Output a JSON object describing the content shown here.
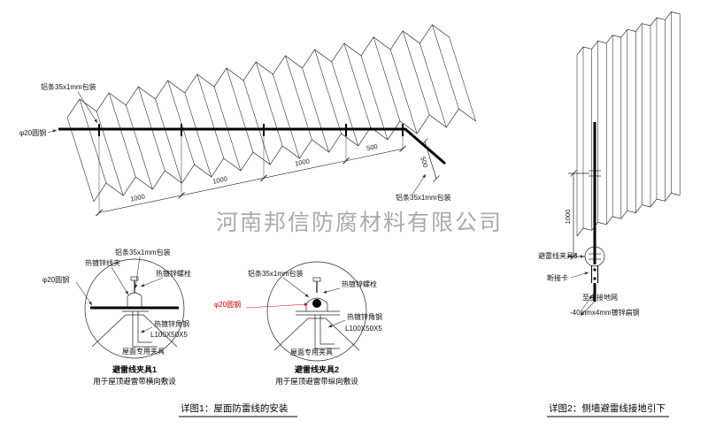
{
  "watermark": "河南邦信防腐材料有限公司",
  "roof": {
    "label_strip_top": "铝条35x1mm包装",
    "label_strip_right": "铝条35x1mm包装",
    "label_round_steel": "φ20圆钢",
    "dim_seg1": "1000",
    "dim_seg2": "1000",
    "dim_seg3": "1000",
    "dim_seg4": "500",
    "dim_side": "500"
  },
  "detail1": {
    "label_wire_clip": "热镀锌线夹",
    "label_strip": "铝条35x1mm包装",
    "label_bolt": "热镀锌螺栓",
    "label_round_steel": "φ20圆钢",
    "label_angle": "热镀锌角钢",
    "label_angle_size": "L100X50X5",
    "label_roof_clamp": "屋面专用夹具",
    "title": "避雷线夹具1",
    "subtitle": "用于屋顶避雷带横向敷设"
  },
  "detail2": {
    "label_strip": "铝条35x1mm包装",
    "label_bolt": "热镀锌螺栓",
    "label_round_steel": "φ20圆钢",
    "label_angle": "热镀锌角钢",
    "label_angle_size": "L100X50X5",
    "label_roof_clamp": "屋面专用夹具",
    "title": "避雷线夹具2",
    "subtitle": "用于屋顶避雷带纵向敷设"
  },
  "wall": {
    "label_clamp3": "避雷线夹具3",
    "label_disconnect": "断接卡",
    "label_to_ground": "至主接地网",
    "label_flat_steel": "-40mmx4mm镀锌扁钢",
    "dim_vertical": "1000"
  },
  "captions": {
    "detail1": "详图1：屋面防雷线的安装",
    "detail2": "详图2：侧墙避雷线接地引下"
  },
  "colors": {
    "line": "#222222",
    "red": "#cc0000",
    "watermark": "#9c9c9c"
  }
}
